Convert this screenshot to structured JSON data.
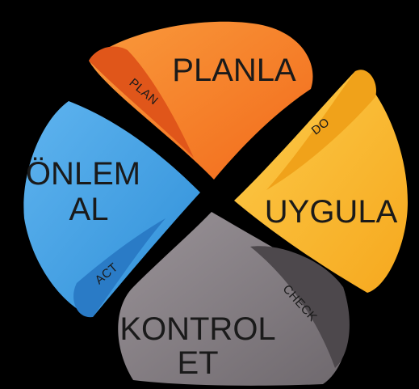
{
  "petals": {
    "plan": {
      "title": "PLANLA",
      "tag": "PLAN",
      "color_main": "#f26a1b",
      "color_light": "#f99a3c",
      "color_fold": "#e0561a"
    },
    "do": {
      "title": "UYGULA",
      "tag": "DO",
      "color_main": "#f6a81e",
      "color_light": "#fccb4a",
      "color_fold": "#f0a21a"
    },
    "check": {
      "title_line1": "KONTROL",
      "title_line2": "ET",
      "tag": "CHECK",
      "color_main": "#6e686d",
      "color_light": "#9a9398",
      "color_fold": "#4d484c"
    },
    "act": {
      "title_line1": "ÖNLEM",
      "title_line2": "AL",
      "tag": "ACT",
      "color_main": "#2f8fd8",
      "color_light": "#5fb4ef",
      "color_fold": "#2a7bc6"
    }
  }
}
